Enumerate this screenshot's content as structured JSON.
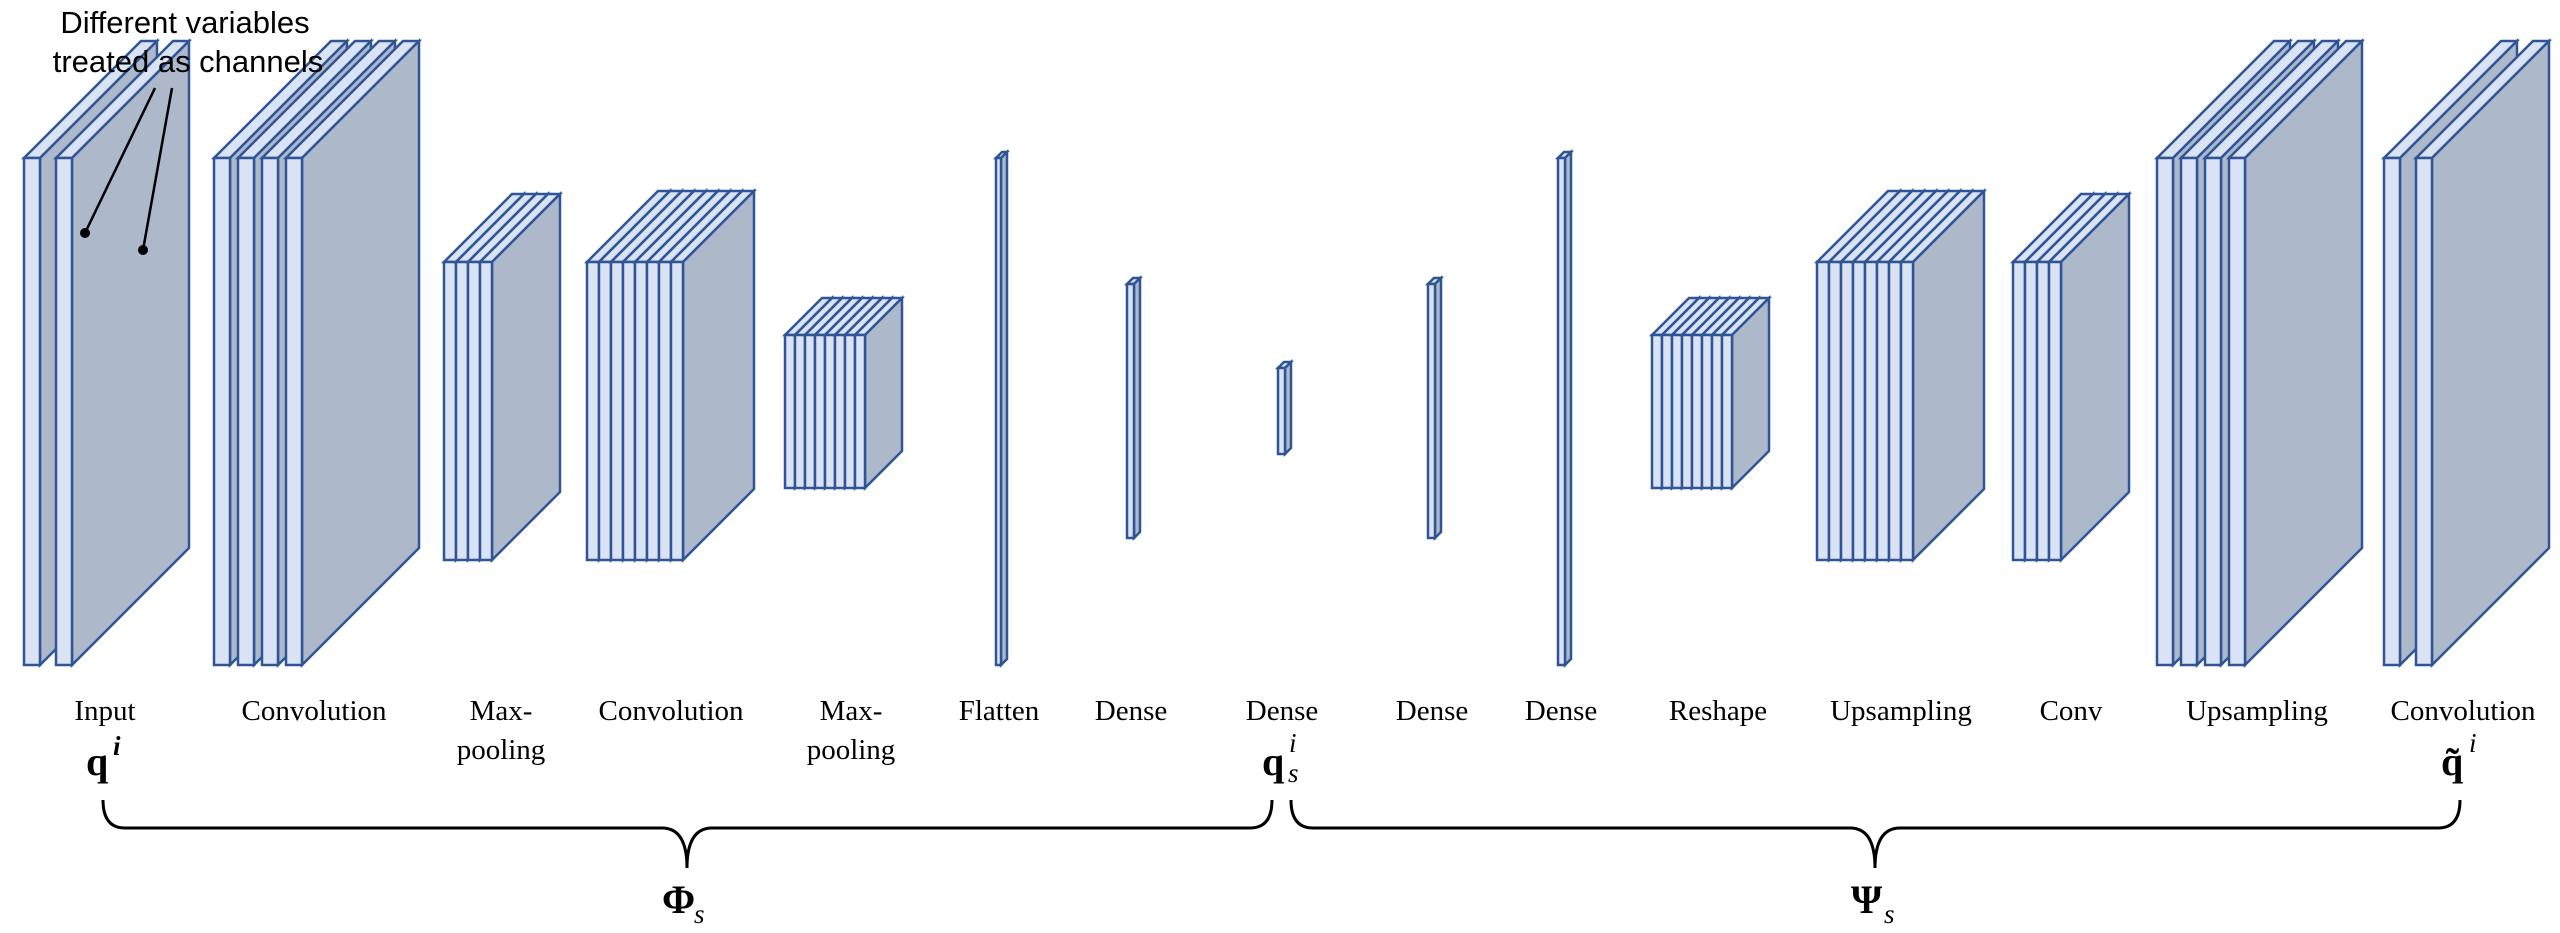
{
  "annotation": {
    "line1": "Different variables",
    "line2": "treated as channels"
  },
  "layers": [
    {
      "label_line1": "Input",
      "label_line2": ""
    },
    {
      "label_line1": "Convolution",
      "label_line2": ""
    },
    {
      "label_line1": "Max-",
      "label_line2": "pooling"
    },
    {
      "label_line1": "Convolution",
      "label_line2": ""
    },
    {
      "label_line1": "Max-",
      "label_line2": "pooling"
    },
    {
      "label_line1": "Flatten",
      "label_line2": ""
    },
    {
      "label_line1": "Dense",
      "label_line2": ""
    },
    {
      "label_line1": "Dense",
      "label_line2": ""
    },
    {
      "label_line1": "Dense",
      "label_line2": ""
    },
    {
      "label_line1": "Dense",
      "label_line2": ""
    },
    {
      "label_line1": "Reshape",
      "label_line2": ""
    },
    {
      "label_line1": "Upsampling",
      "label_line2": ""
    },
    {
      "label_line1": "Conv",
      "label_line2": ""
    },
    {
      "label_line1": "Upsampling",
      "label_line2": ""
    },
    {
      "label_line1": "Convolution",
      "label_line2": ""
    }
  ],
  "symbols": {
    "input": {
      "base": "q",
      "sup": "i"
    },
    "latent": {
      "base": "q",
      "sup": "i",
      "sub": "s"
    },
    "output": {
      "base": "q̃",
      "sup": "i"
    },
    "encoder": {
      "base": "Φ",
      "sub": "s"
    },
    "decoder": {
      "base": "Ψ",
      "sub": "s"
    }
  },
  "colors": {
    "layer_front": "#dae3f3",
    "layer_side": "#adb9ca",
    "layer_edge": "#2f5597"
  }
}
